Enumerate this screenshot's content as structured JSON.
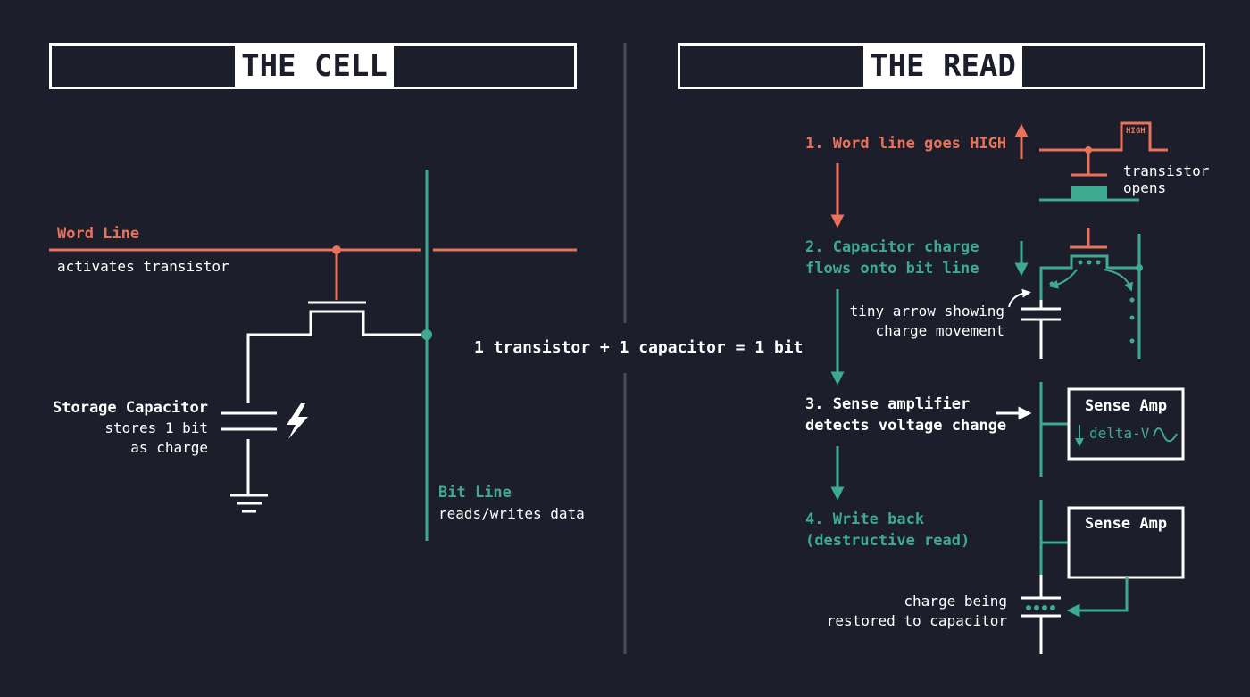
{
  "left_panel": {
    "title": "THE CELL",
    "word_line": {
      "label": "Word Line",
      "desc": "activates transistor"
    },
    "capacitor": {
      "label": "Storage Capacitor",
      "desc_1": "stores 1 bit",
      "desc_2": "as charge"
    },
    "bit_line": {
      "label": "Bit Line",
      "desc": "reads/writes data"
    }
  },
  "center": {
    "equation": "1 transistor + 1 capacitor = 1 bit"
  },
  "right_panel": {
    "title": "THE READ",
    "steps": [
      {
        "line1": "1. Word line goes HIGH",
        "line2": ""
      },
      {
        "line1": "2. Capacitor charge",
        "line2": "flows onto bit line"
      },
      {
        "line1": "3. Sense amplifier",
        "line2": "detects voltage change"
      },
      {
        "line1": "4. Write back",
        "line2": "(destructive read)"
      }
    ],
    "step1": {
      "high_tag": "HIGH",
      "note_1": "transistor",
      "note_2": "opens"
    },
    "step2": {
      "note_1": "tiny arrow showing",
      "note_2": "charge movement"
    },
    "step3": {
      "amp_label": "Sense Amp",
      "delta": "delta-V"
    },
    "step4": {
      "amp_label": "Sense Amp",
      "note_1": "charge being",
      "note_2": "restored to capacitor"
    }
  },
  "colors": {
    "background": "#1d1e2c",
    "foreground": "#ffffff",
    "accent_orange": "#e8735a",
    "accent_teal": "#3eaa92",
    "divider": "#4a4b57"
  }
}
